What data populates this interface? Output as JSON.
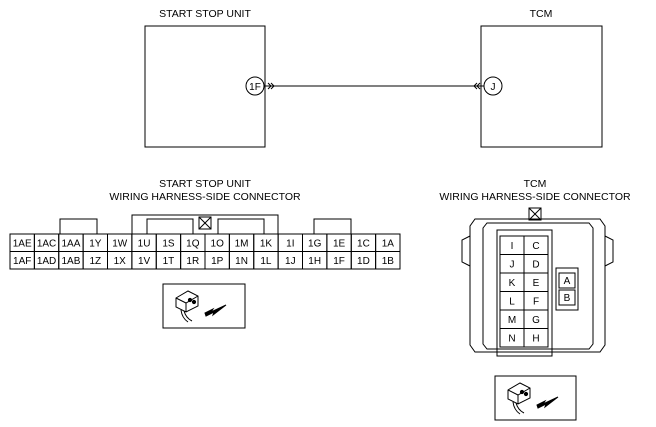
{
  "units": {
    "start_stop": {
      "title": "START STOP UNIT",
      "terminal": "1F"
    },
    "tcm": {
      "title": "TCM",
      "terminal": "J"
    }
  },
  "connectors": {
    "start_stop": {
      "title_line1": "START STOP UNIT",
      "title_line2": "WIRING HARNESS-SIDE CONNECTOR",
      "top_row": [
        "1AE",
        "1AC",
        "1AA",
        "1Y",
        "1W",
        "1U",
        "1S",
        "1Q",
        "1O",
        "1M",
        "1K",
        "1I",
        "1G",
        "1E",
        "1C",
        "1A"
      ],
      "bottom_row": [
        "1AF",
        "1AD",
        "1AB",
        "1Z",
        "1X",
        "1V",
        "1T",
        "1R",
        "1P",
        "1N",
        "1L",
        "1J",
        "1H",
        "1F",
        "1D",
        "1B"
      ]
    },
    "tcm": {
      "title_line1": "TCM",
      "title_line2": "WIRING HARNESS-SIDE CONNECTOR",
      "left_col": [
        "I",
        "J",
        "K",
        "L",
        "M",
        "N"
      ],
      "right_col": [
        "C",
        "D",
        "E",
        "F",
        "G",
        "H"
      ],
      "side_pins": [
        "A",
        "B"
      ]
    }
  }
}
